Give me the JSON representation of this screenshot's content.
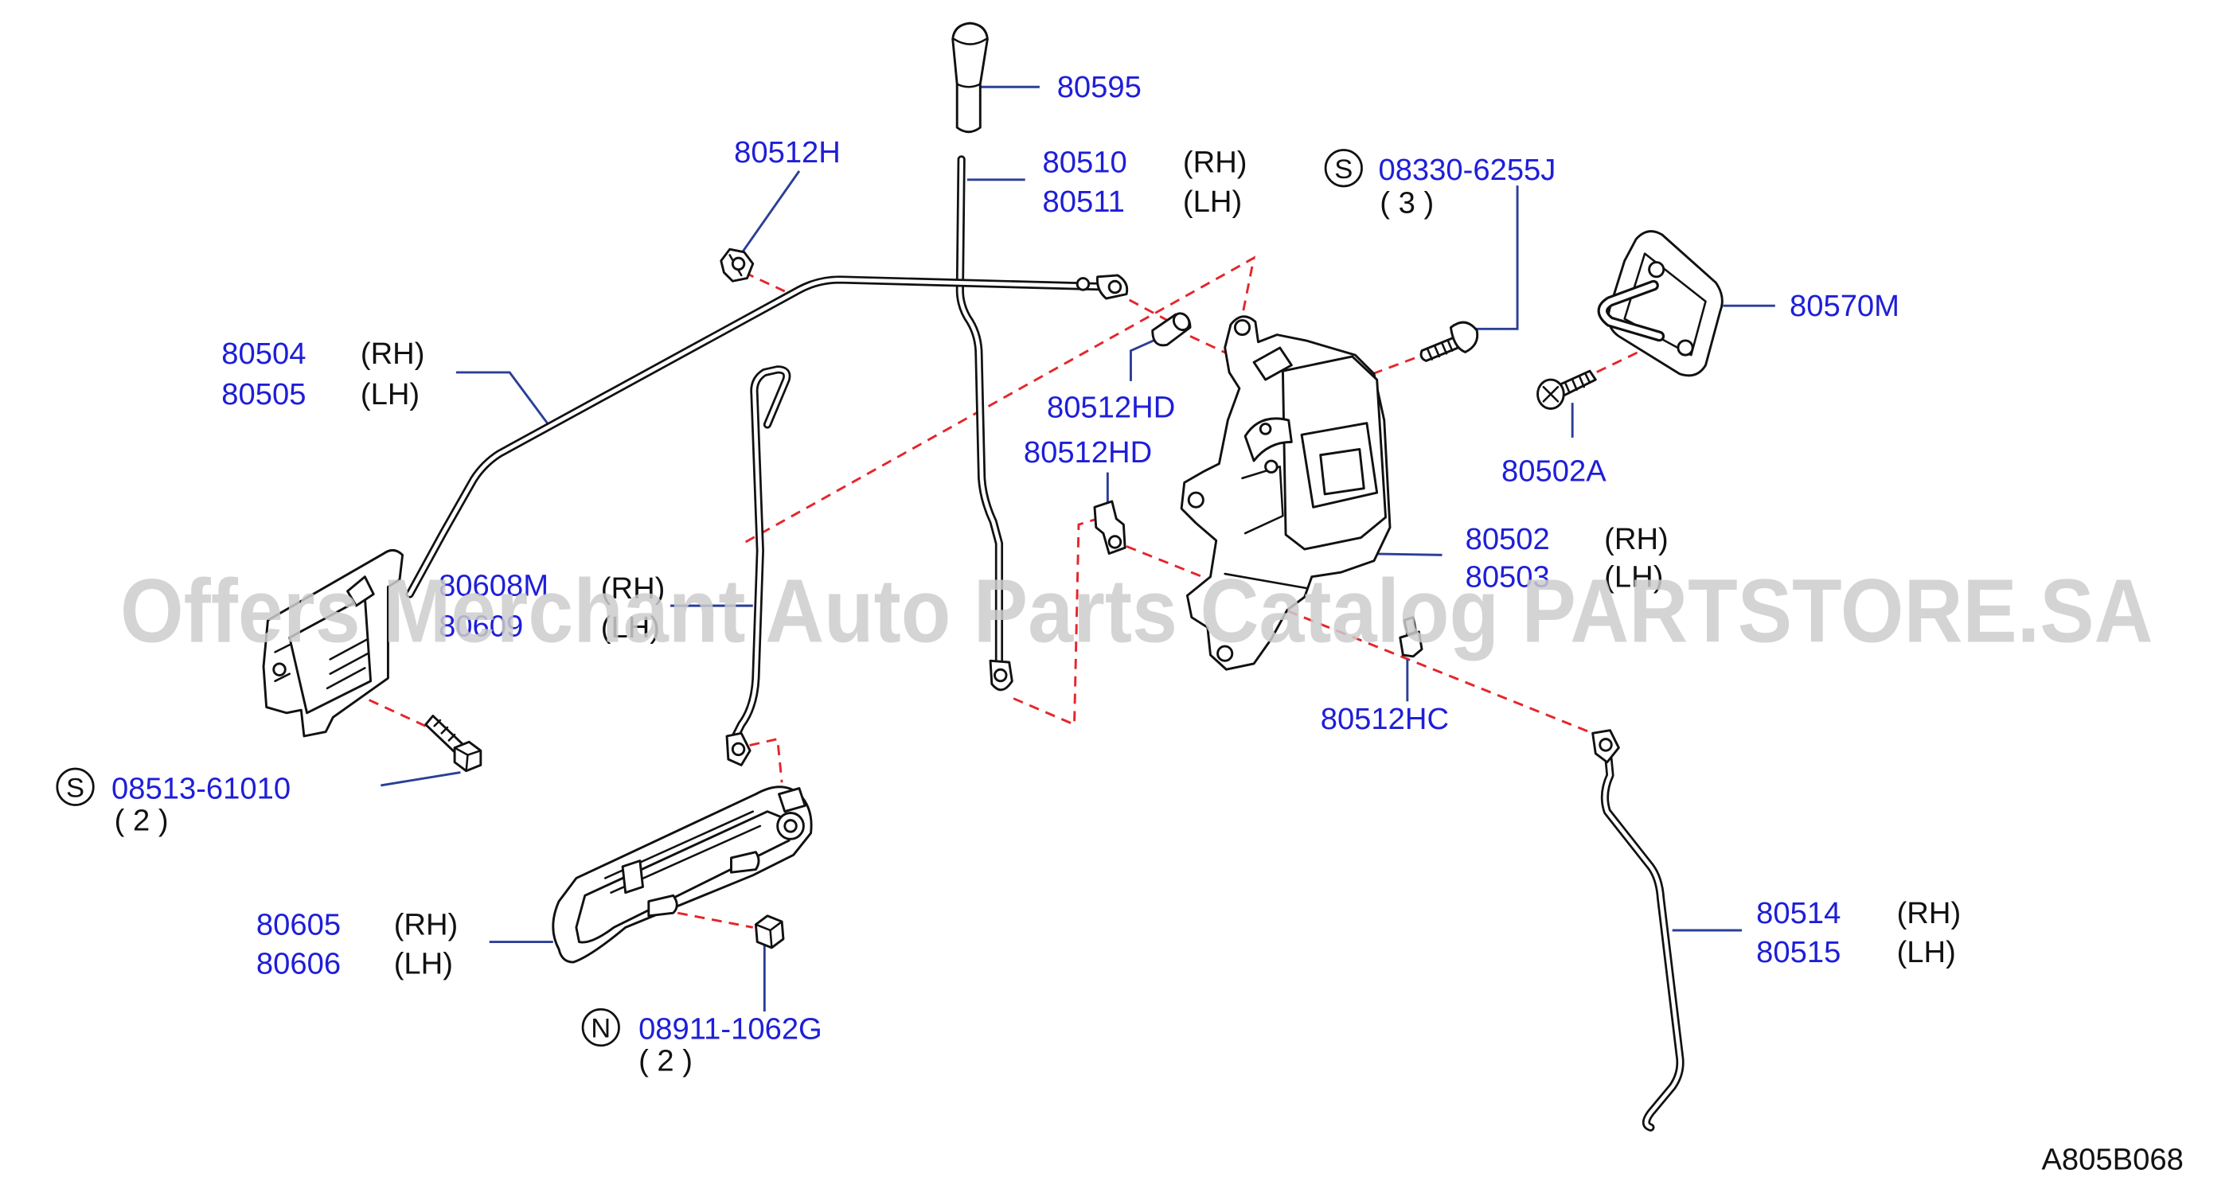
{
  "watermark": "Offers Merchant Auto Parts Catalog PARTSTORE.SA",
  "diagram_code": "A805B068",
  "colors": {
    "part_number": "#1e1ed8",
    "text": "#111111",
    "leader": "#2b3f97",
    "cut_line": "#e3262b",
    "watermark": "#cccccc",
    "background": "#ffffff"
  },
  "callouts": [
    {
      "number": "80595"
    },
    {
      "number": "80512H"
    },
    {
      "number": "80510",
      "side": "(RH)"
    },
    {
      "number": "80511",
      "side": "(LH)"
    },
    {
      "symbol": "S",
      "number": "08330-6255J",
      "qty": "( 3 )"
    },
    {
      "number": "80570M"
    },
    {
      "number": "80504",
      "side": "(RH)"
    },
    {
      "number": "80505",
      "side": "(LH)"
    },
    {
      "number": "80512HD"
    },
    {
      "number": "80512HD"
    },
    {
      "number": "80502A"
    },
    {
      "number": "80502",
      "side": "(RH)"
    },
    {
      "number": "80503",
      "side": "(LH)"
    },
    {
      "number": "80608M",
      "side": "(RH)"
    },
    {
      "number": "80609",
      "side": "(LH)"
    },
    {
      "symbol": "S",
      "number": "08513-61010",
      "qty": "( 2 )"
    },
    {
      "number": "80512HC"
    },
    {
      "number": "80514",
      "side": "(RH)"
    },
    {
      "number": "80515",
      "side": "(LH)"
    },
    {
      "number": "80605",
      "side": "(RH)"
    },
    {
      "number": "80606",
      "side": "(LH)"
    },
    {
      "symbol": "N",
      "number": "08911-1062G",
      "qty": "( 2 )"
    }
  ]
}
